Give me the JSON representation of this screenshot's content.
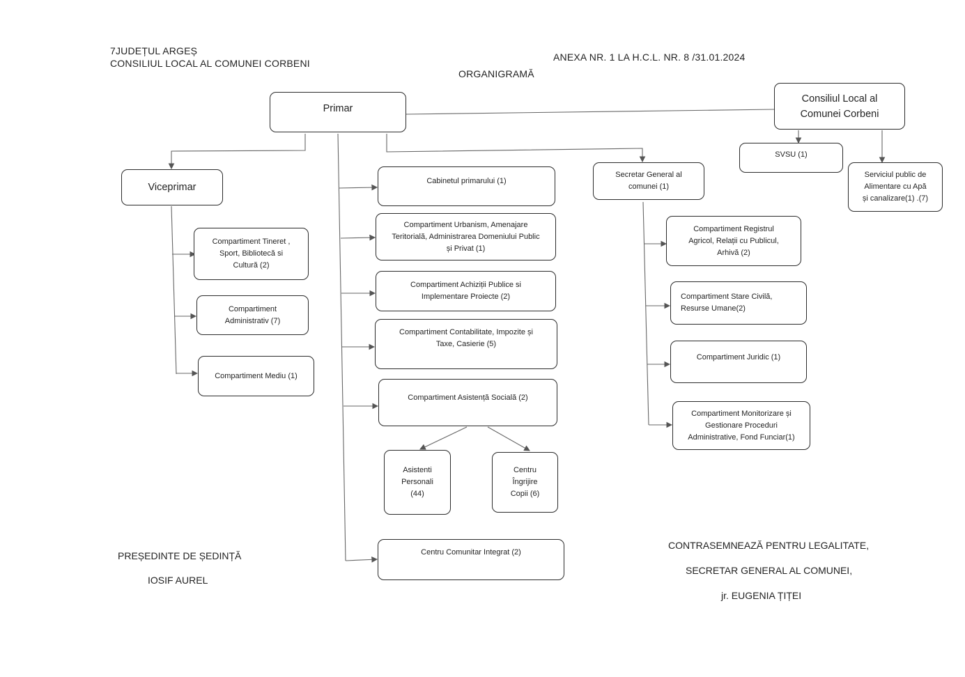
{
  "header": {
    "county": "7JUDEȚUL  ARGEȘ",
    "council": "CONSILIUL LOCAL AL COMUNEI CORBENI",
    "annex": "ANEXA  NR. 1 LA  H.C.L.  NR.   8  /31.01.2024",
    "title": "ORGANIGRAMĂ"
  },
  "boxes": {
    "primar": "Primar",
    "consiliu": "Consiliul Local  al\nComunei Corbeni",
    "viceprimar": "Viceprimar",
    "svsu": "SVSU (1)",
    "apa": "Serviciul public de\nAlimentare cu Apă\nși canalizare(1) .(7)",
    "secretar": "Secretar General  al\ncomunei (1)",
    "cabinet": "Cabinetul primarului  (1)",
    "urbanism": "Compartiment  Urbanism, Amenajare\nTeritorială, Administrarea Domeniului Public\nși Privat (1)",
    "achizitii": "Compartiment Achiziții Publice si\nImplementare Proiecte (2)",
    "contabilitate": "Compartiment Contabilitate, Impozite și\nTaxe, Casierie (5)",
    "asistenta": "Compartiment Asistență Socială (2)",
    "asistenti_personali": "Asistenti\nPersonali\n(44)",
    "centru_copii": "Centru\nÎngrijire\nCopii (6)",
    "centru_comunitar": "Centru Comunitar Integrat (2)",
    "tineret": "Compartiment Tineret ,\nSport, Bibliotecă si\nCultură (2)",
    "administrativ": "Compartiment\nAdministrativ (7)",
    "mediu": "Compartiment Mediu (1)",
    "registru": "Compartiment   Registrul\nAgricol, Relații cu Publicul,\nArhivă  (2)",
    "stare_civila": "Compartiment  Stare Civilă,\nResurse Umane(2)",
    "juridic": "Compartiment  Juridic (1)",
    "monitorizare": "Compartiment Monitorizare și\nGestionare Proceduri\nAdministrative, Fond Funciar(1)"
  },
  "signatures": {
    "president_title": "PREȘEDINTE DE ȘEDINȚĂ",
    "president_name": "IOSIF AUREL",
    "countersign": "CONTRASEMNEAZĂ PENTRU LEGALITATE,",
    "secretary_title": "SECRETAR GENERAL AL COMUNEI,",
    "secretary_name": "jr. EUGENIA  ȚIȚEI"
  },
  "colors": {
    "ink": "#2a2a2a",
    "line": "#555555",
    "paper": "#ffffff"
  }
}
